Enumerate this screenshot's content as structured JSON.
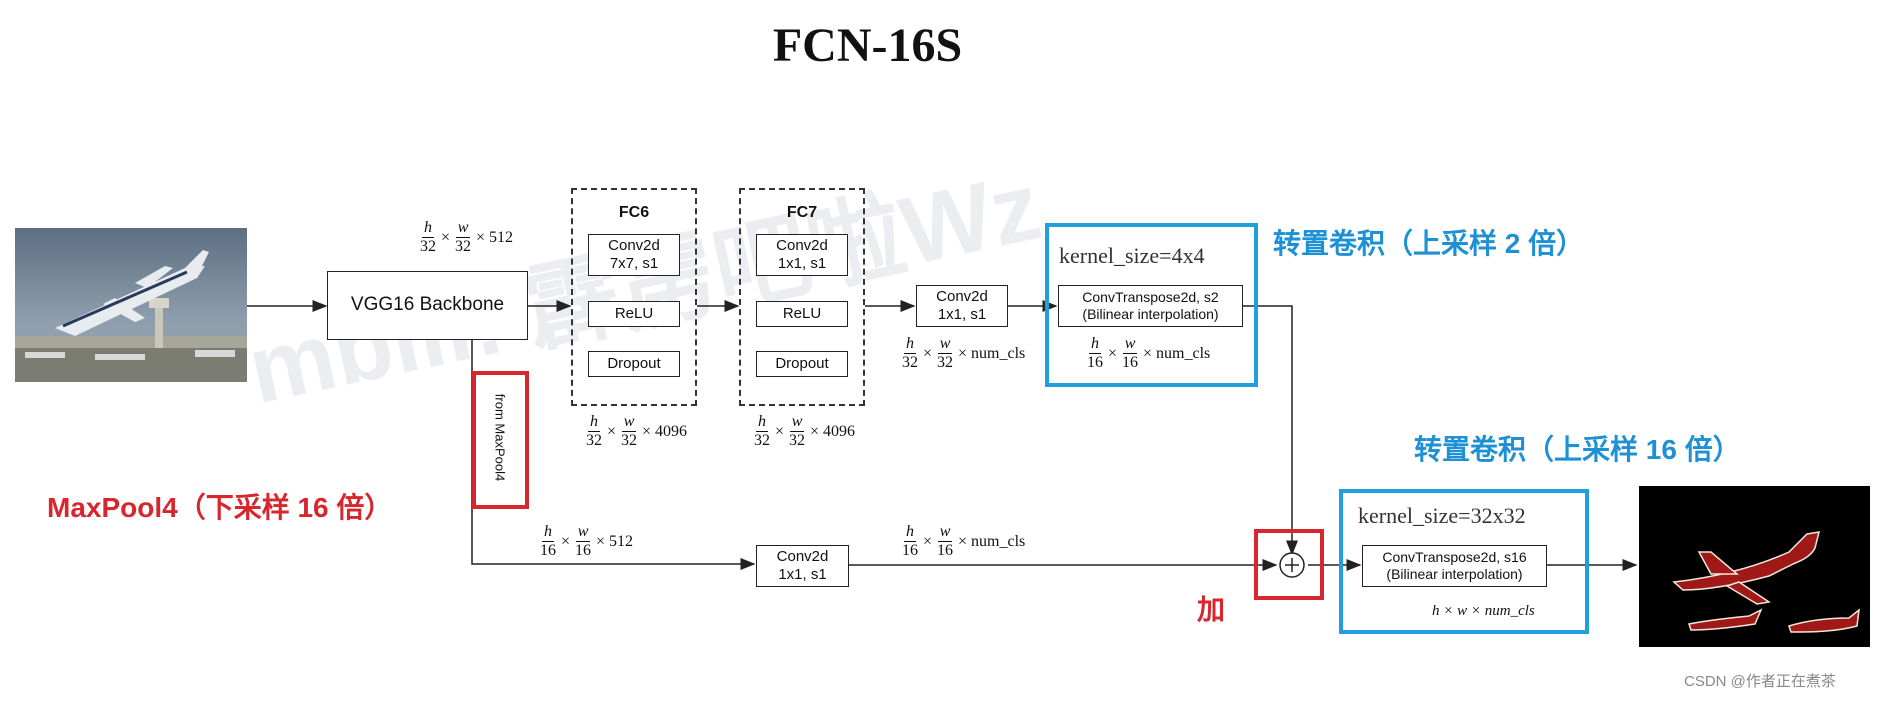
{
  "title": "FCN-16S",
  "watermark": "mbili: 霹雳吧啦Wz",
  "backbone": {
    "label": "VGG16 Backbone"
  },
  "dim_backbone_out": {
    "num": "h",
    "den": "32",
    "num2": "w",
    "den2": "32",
    "tail": "× 512",
    "x": "×"
  },
  "fc6": {
    "label": "FC6",
    "conv_line1": "Conv2d",
    "conv_line2": "7x7, s1",
    "relu": "ReLU",
    "dropout": "Dropout",
    "dim": {
      "num": "h",
      "den": "32",
      "num2": "w",
      "den2": "32",
      "tail": "× 4096",
      "x": "×"
    }
  },
  "fc7": {
    "label": "FC7",
    "conv_line1": "Conv2d",
    "conv_line2": "1x1, s1",
    "relu": "ReLU",
    "dropout": "Dropout",
    "dim": {
      "num": "h",
      "den": "32",
      "num2": "w",
      "den2": "32",
      "tail": "× 4096",
      "x": "×"
    }
  },
  "conv_top": {
    "line1": "Conv2d",
    "line2": "1x1, s1",
    "dim": {
      "num": "h",
      "den": "32",
      "num2": "w",
      "den2": "32",
      "tail": "× num_cls",
      "x": "×"
    }
  },
  "convt1": {
    "kernel": "kernel_size=4x4",
    "line1": "ConvTranspose2d, s2",
    "line2": "(Bilinear interpolation)",
    "dim": {
      "num": "h",
      "den": "16",
      "num2": "w",
      "den2": "16",
      "tail": "× num_cls",
      "x": "×"
    }
  },
  "anno_up2": "转置卷积（上采样 2 倍）",
  "from_pool4": "from MaxPool4",
  "anno_pool4": "MaxPool4（下采样 16 倍）",
  "dim_pool4": {
    "num": "h",
    "den": "16",
    "num2": "w",
    "den2": "16",
    "tail": "× 512",
    "x": "×"
  },
  "conv_bottom": {
    "line1": "Conv2d",
    "line2": "1x1, s1",
    "dim": {
      "num": "h",
      "den": "16",
      "num2": "w",
      "den2": "16",
      "tail": "× num_cls",
      "x": "×"
    }
  },
  "add_symbol": "+",
  "anno_add": "加",
  "anno_up16": "转置卷积（上采样 16 倍）",
  "convt2": {
    "kernel": "kernel_size=32x32",
    "line1": "ConvTranspose2d, s16",
    "line2": "(Bilinear interpolation)",
    "dim": "h × w × num_cls"
  },
  "csdn": "CSDN @作者正在煮茶",
  "colors": {
    "blue": "#1fa0dc",
    "red": "#d7262e",
    "seg_plane": "#a01818"
  }
}
